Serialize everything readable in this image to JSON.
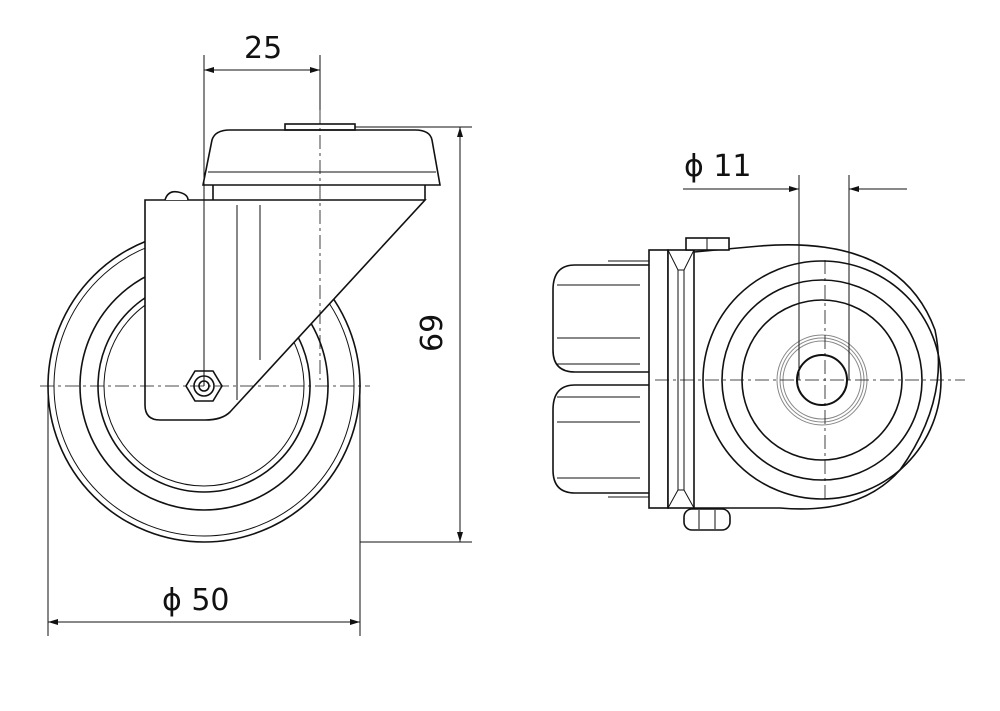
{
  "drawing": {
    "side_view": {
      "offset_dimension": "25",
      "height_dimension": "69",
      "wheel_diameter_dimension": "ϕ 50"
    },
    "front_view": {
      "bore_diameter_dimension": "ϕ 11"
    },
    "line_color": "#111111"
  }
}
